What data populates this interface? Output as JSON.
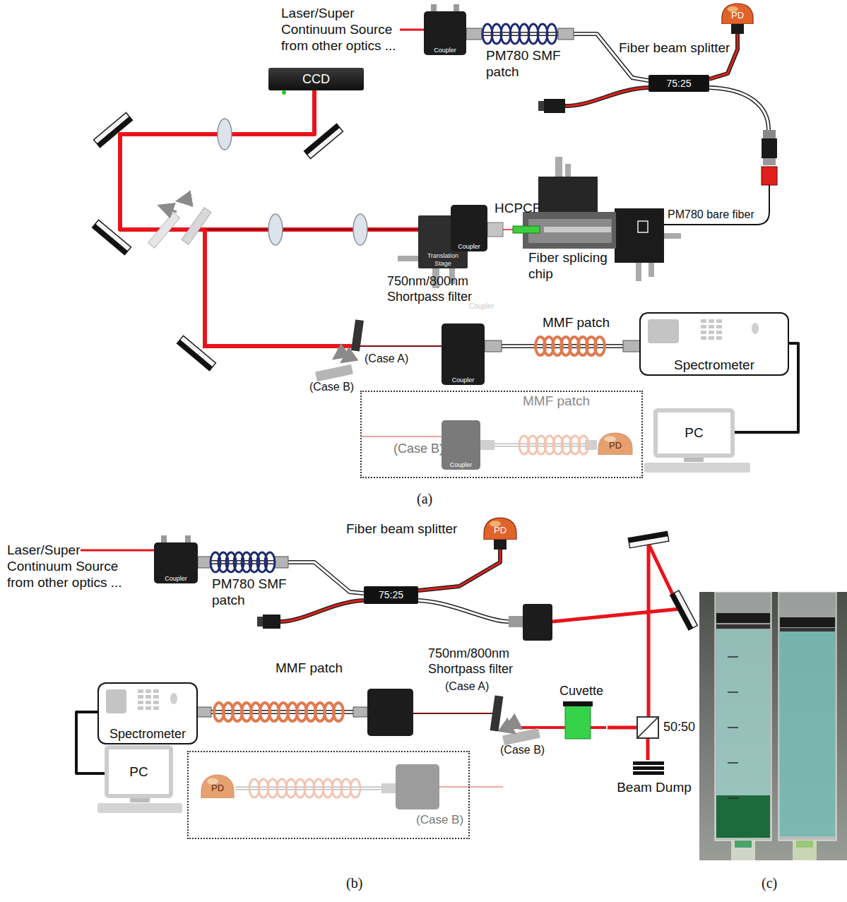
{
  "diagram": {
    "nodes": [
      {
        "text": [
          "Coupler"
        ]
      },
      {
        "text": [
          "75:25"
        ]
      },
      {
        "text": [
          "PD"
        ]
      },
      {
        "text": [
          "CCD"
        ]
      },
      {
        "text": [
          "Translation Stage"
        ]
      },
      {
        "text": [
          "Coupler"
        ]
      },
      {
        "text": [
          "Coupler"
        ]
      },
      {
        "text": [
          "Spectrometer"
        ]
      },
      {
        "text": [
          "PC"
        ]
      },
      {
        "text": [
          "(Case B)"
        ]
      },
      {
        "text": [
          "Coupler"
        ],
        "in": 9
      },
      {
        "text": [
          "PD"
        ],
        "in": 9
      },
      {
        "text": [
          "Coupler"
        ]
      },
      {
        "text": [
          "75:25"
        ]
      },
      {
        "text": [
          "PD"
        ]
      },
      {
        "text": [
          "Spectrometer"
        ]
      },
      {
        "text": [
          "PC"
        ]
      },
      {
        "text": [
          "Cuvette"
        ]
      },
      {
        "text": [
          "50:50"
        ]
      },
      {
        "text": [
          "Beam Dump"
        ]
      },
      {
        "text": [
          "(Case B)"
        ]
      },
      {
        "text": [
          "PD"
        ],
        "in": 20
      }
    ],
    "edges": [
      {
        "from": 0,
        "to": 1,
        "arrow": "none",
        "label": "PM780 SMF patch"
      },
      {
        "from": 1,
        "to": 2,
        "arrow": "none"
      },
      {
        "from": 6,
        "to": 7,
        "arrow": "none",
        "label": "MMF patch"
      },
      {
        "from": 7,
        "to": 8,
        "arrow": "none"
      },
      {
        "from": 10,
        "to": 11,
        "arrow": "none",
        "label": "MMF patch"
      },
      {
        "from": 12,
        "to": 13,
        "arrow": "none",
        "label": "PM780 SMF patch"
      },
      {
        "from": 13,
        "to": 14,
        "arrow": "none"
      },
      {
        "from": 15,
        "to": 16,
        "arrow": "none"
      },
      {
        "from": 18,
        "to": 17,
        "arrow": "none"
      },
      {
        "from": 18,
        "to": 19,
        "arrow": "none"
      },
      {
        "from": 5,
        "to": 3,
        "arrow": "none"
      },
      {
        "from": 5,
        "to": 6,
        "arrow": "none"
      }
    ],
    "labels": [
      "Laser/Super Continuum Source from other optics ...",
      "Fiber beam splitter",
      "HCPCF",
      "Fiber splicing chip",
      "PM780 bare fiber",
      "Coupler",
      "750nm/800nm Shortpass filter",
      "(Case A)",
      "(Case B)",
      "(a)",
      "Laser/Super Continuum Source from other optics ...",
      "Fiber beam splitter",
      "MMF patch",
      "750nm/800nm Shortpass filter",
      "(Case A)",
      "(Case B)",
      "(b)",
      "(c)"
    ]
  }
}
